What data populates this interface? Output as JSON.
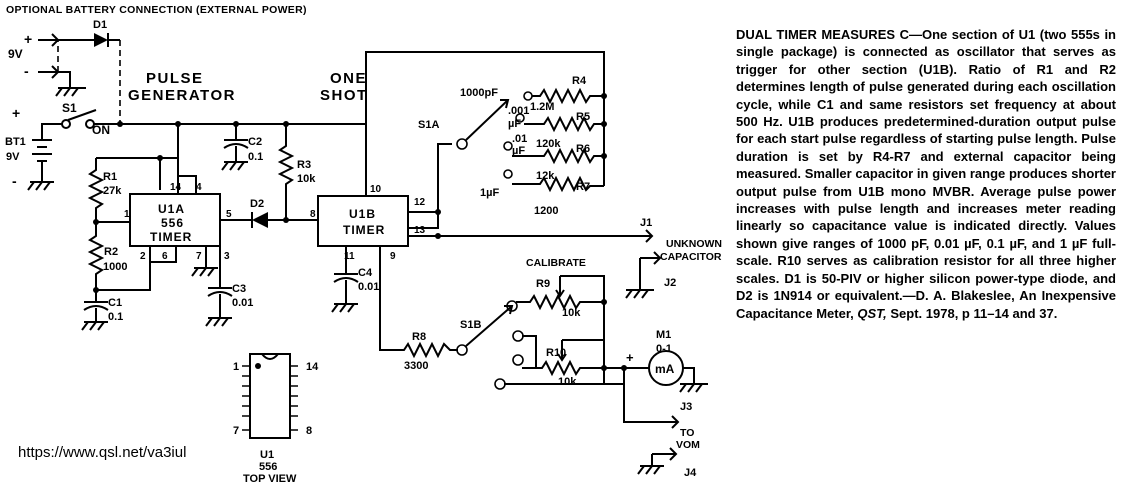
{
  "header": {
    "battery_note": "OPTIONAL BATTERY CONNECTION (EXTERNAL POWER)"
  },
  "sections": {
    "pulse_generator_1": "PULSE",
    "pulse_generator_2": "GENERATOR",
    "one_shot_1": "ONE",
    "one_shot_2": "SHOT"
  },
  "components": {
    "d1": "D1",
    "s1": "S1",
    "on": "ON",
    "bt1": "BT1",
    "bt1_v": "9V",
    "ext_v": "9V",
    "plus": "+",
    "minus": "-",
    "plus2": "+",
    "minus2": "-",
    "r1": "R1",
    "r1_v": "27k",
    "r2": "R2",
    "r2_v": "1000",
    "c1": "C1",
    "c1_v": "0.1",
    "c2": "C2",
    "c2_v": "0.1",
    "c3": "C3",
    "c3_v": "0.01",
    "r3": "R3",
    "r3_v": "10k",
    "d2": "D2",
    "u1a_1": "U1A",
    "u1a_2": "556",
    "u1a_3": "TIMER",
    "u1b_1": "U1B",
    "u1b_2": "TIMER",
    "c4": "C4",
    "c4_v": "0.01",
    "r4": "R4",
    "r4_v": "1.2M",
    "r5": "R5",
    "r5_v": "120k",
    "r6": "R6",
    "r6_v": "12k",
    "r7": "R7",
    "r7_v": "1200",
    "c_1000pf": "1000pF",
    "c_001_1": ".001",
    "c_001_2": "µF",
    "c_01_1": ".01",
    "c_01_2": "µF",
    "c_1uf": "1µF",
    "s1a": "S1A",
    "s1b": "S1B",
    "j1": "J1",
    "unknown_1": "UNKNOWN",
    "unknown_2": "CAPACITOR",
    "j2": "J2",
    "calibrate": "CALIBRATE",
    "r9": "R9",
    "r9_v": "10k",
    "r10": "R10",
    "r10_v": "10k",
    "r8": "R8",
    "r8_v": "3300",
    "m1": "M1",
    "m1_r": "0-1",
    "ma": "mA",
    "meter_plus": "+",
    "j3": "J3",
    "to": "TO",
    "vom": "VOM",
    "j4": "J4",
    "u1_1": "U1",
    "u1_2": "556",
    "top_view": "TOP VIEW"
  },
  "pins": {
    "p14": "14",
    "p4": "4",
    "p1": "1",
    "p5": "5",
    "p2": "2",
    "p6": "6",
    "p7": "7",
    "p3": "3",
    "b10": "10",
    "b12": "12",
    "b8": "8",
    "b13": "13",
    "b11": "11",
    "b9": "9",
    "pk1": "1",
    "pk14": "14",
    "pk7": "7",
    "pk8": "8"
  },
  "caption": {
    "title": "DUAL TIMER MEASURES C—",
    "body": "One section of U1 (two 555s in single package) is connected as oscillator that serves as trigger for other section (U1B). Ratio of R1 and R2 determines length of pulse generated during each oscillation cycle, while C1 and same resistors set frequency at about 500 Hz. U1B produces predetermined-duration output pulse for each start pulse regardless of starting pulse length. Pulse duration is set by R4-R7 and external capacitor being measured. Smaller capacitor in given range produces shorter output pulse from U1B mono MVBR. Average pulse power increases with pulse length and increases meter reading linearly so capacitance value is indicated directly. Values shown give ranges of 1000 pF, 0.01 µF, 0.1 µF, and 1 µF full-scale. R10 serves as calibration resistor for all three higher scales. D1 is 50-PIV or higher silicon power-type diode, and D2 is 1N914 or equivalent.—D. A. Blakeslee, An Inexpensive Capacitance Meter, ",
    "source_italic": "QST,",
    "source_tail": " Sept. 1978, p 11–14 and 37."
  },
  "footer": {
    "url": "https://www.qsl.net/va3iul"
  }
}
